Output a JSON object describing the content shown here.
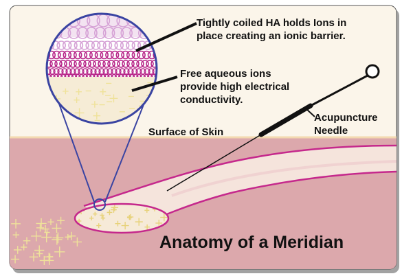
{
  "title": "Anatomy of a Meridian",
  "labels": {
    "ha_line1": "Tightly coiled HA holds Ions in",
    "ha_line2": "place creating an ionic barrier.",
    "ions_line1": "Free aqueous ions",
    "ions_line2": "provide high electrical",
    "ions_line3": "conductivity.",
    "skin_surface": "Surface of Skin",
    "needle_line1": "Acupuncture",
    "needle_line2": "Needle"
  },
  "colors": {
    "background": "#fbf5ea",
    "skin": "#dca8ac",
    "skin_dark": "#c98f95",
    "meridian_outline": "#c5288c",
    "meridian_fill": "#f5e4dc",
    "lens_outline": "#3a44a2",
    "coil_light": "#d6a2d6",
    "coil_dark": "#b8288a",
    "ion_sparkle": "#efe29a",
    "needle": "#111111"
  }
}
